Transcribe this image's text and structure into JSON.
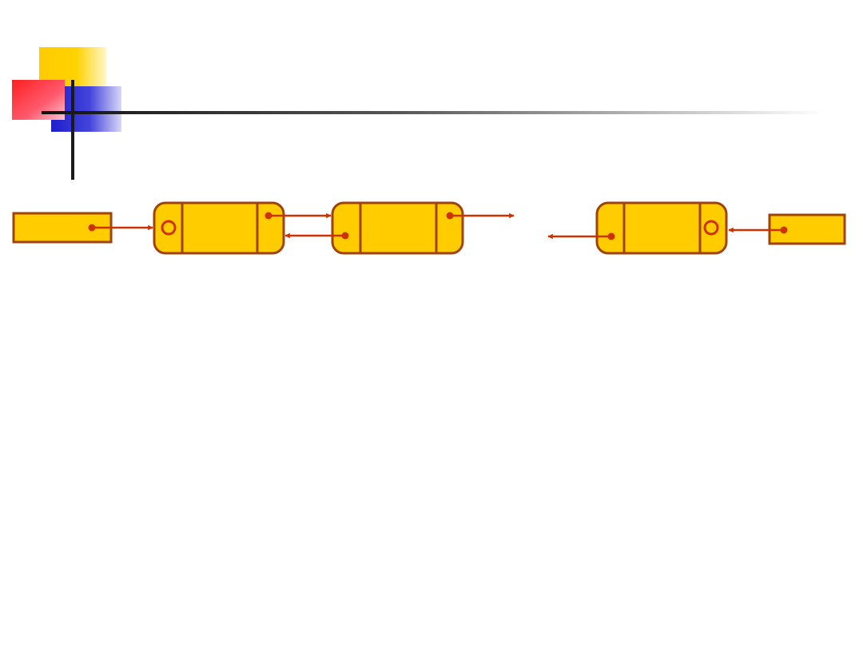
{
  "slide": {
    "background": "#FFFFFF"
  },
  "decoration": {
    "yellow": "#FFCC00",
    "red": "#FF0000",
    "blue": "#1F1FCC",
    "rule": "#1A1A1A"
  },
  "diagram": {
    "type": "doubly-linked-list",
    "node_fill": "#FFCC00",
    "node_stroke": "#A0420A",
    "arrow_color": "#CC3300",
    "nodes": [
      {
        "id": "head-pointer",
        "kind": "pointer",
        "prev": "none",
        "next": "node-1"
      },
      {
        "id": "node-1",
        "kind": "node",
        "prev": "null",
        "next": "node-2"
      },
      {
        "id": "node-2",
        "kind": "node",
        "prev": "node-1",
        "next": "continues"
      },
      {
        "id": "node-last",
        "kind": "node",
        "prev": "continues",
        "next": "null"
      },
      {
        "id": "tail-pointer",
        "kind": "pointer",
        "prev": "node-last",
        "next": "none"
      }
    ]
  }
}
